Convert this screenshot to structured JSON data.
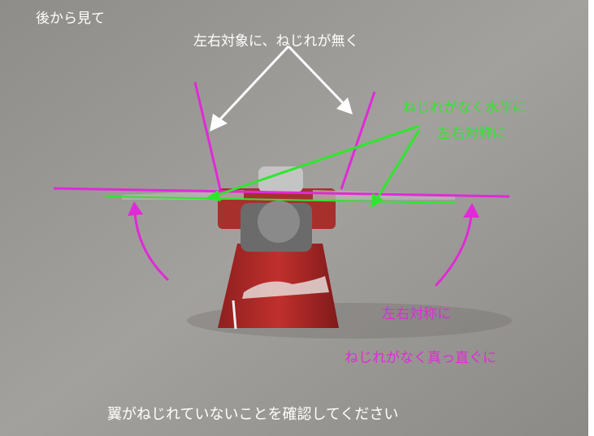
{
  "colors": {
    "accent_magenta": "#e02ad8",
    "accent_green": "#2fe62f",
    "arrow_white": "#ffffff",
    "text_white": "#ffffff"
  },
  "labels": {
    "view_note": "後から見て",
    "top_callout": "左右対象に、ねじれが無く",
    "green_line_1": "ねじれがなく水平に",
    "green_line_2": "左右対称に",
    "magenta_line_1": "左右対称に",
    "magenta_line_2": "ねじれがなく真っ直ぐに",
    "bottom_caption": "翼がねじれていないことを確認してください"
  }
}
